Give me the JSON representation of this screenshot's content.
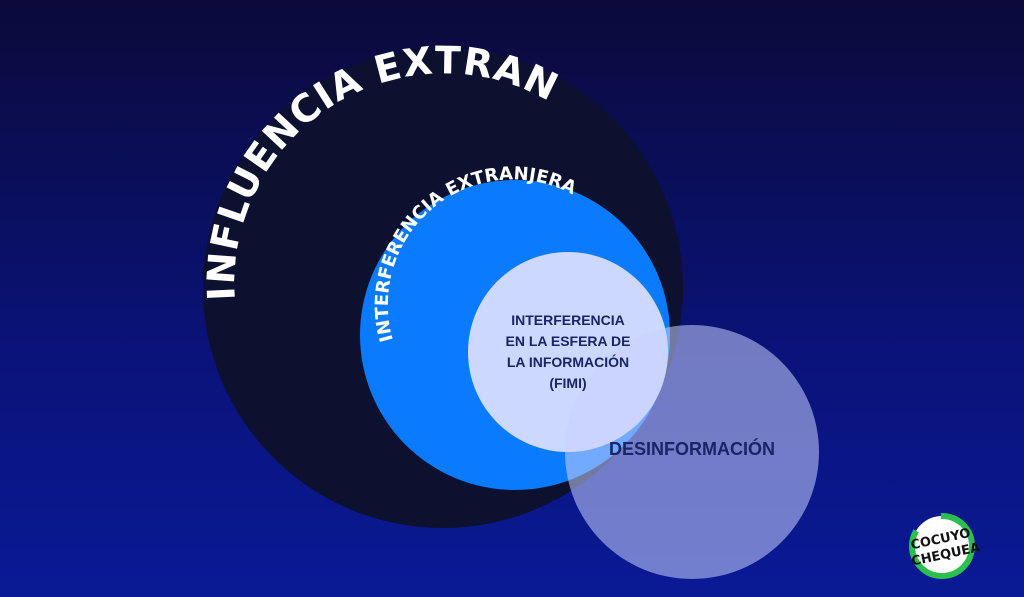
{
  "diagram": {
    "outer_label": "INFLUENCIA EXTRANJERA",
    "middle_label": "INTERFERENCIA EXTRANJERA",
    "inner_lines": [
      "INTERFERENCIA",
      "EN LA ESFERA DE",
      "LA INFORMACIÓN",
      "(FIMI)"
    ],
    "overlap_label": "DESINFORMACIÓN"
  },
  "logo": {
    "line1": "COCUYO",
    "line2": "CHEQUEA"
  },
  "colors": {
    "outer_circle": "#0c1130",
    "middle_circle": "#0a7bff",
    "inner_circle": "#ccd8ff",
    "overlap_circle": "#a0a8e8",
    "logo_ring": "#2bbf4e"
  }
}
